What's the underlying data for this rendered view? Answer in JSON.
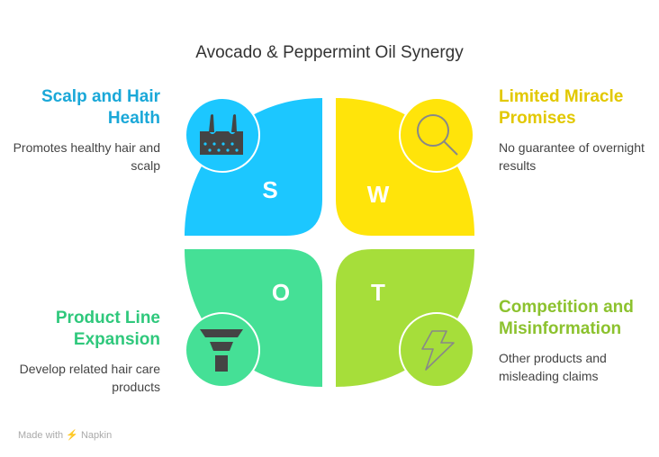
{
  "title": "Avocado & Peppermint Oil Synergy",
  "quadrants": [
    {
      "letter": "S",
      "heading": "Scalp and Hair Health",
      "text": "Promotes healthy hair and scalp",
      "color": "#1CC7FF",
      "heading_color": "#1AA8D8",
      "icon": "scalp-icon"
    },
    {
      "letter": "W",
      "heading": "Limited Miracle Promises",
      "text": "No guarantee of overnight results",
      "color": "#FFE40A",
      "heading_color": "#E2C800",
      "icon": "magnifier-icon"
    },
    {
      "letter": "O",
      "heading": "Product Line Expansion",
      "text": "Develop related hair care products",
      "color": "#45E096",
      "heading_color": "#2FC87C",
      "icon": "funnel-icon"
    },
    {
      "letter": "T",
      "heading": "Competition and Misinformation",
      "text": "Other products and misleading claims",
      "color": "#A6DE3A",
      "heading_color": "#8CC22E",
      "icon": "lightning-icon"
    }
  ],
  "footer": "Made with ⚡ Napkin"
}
